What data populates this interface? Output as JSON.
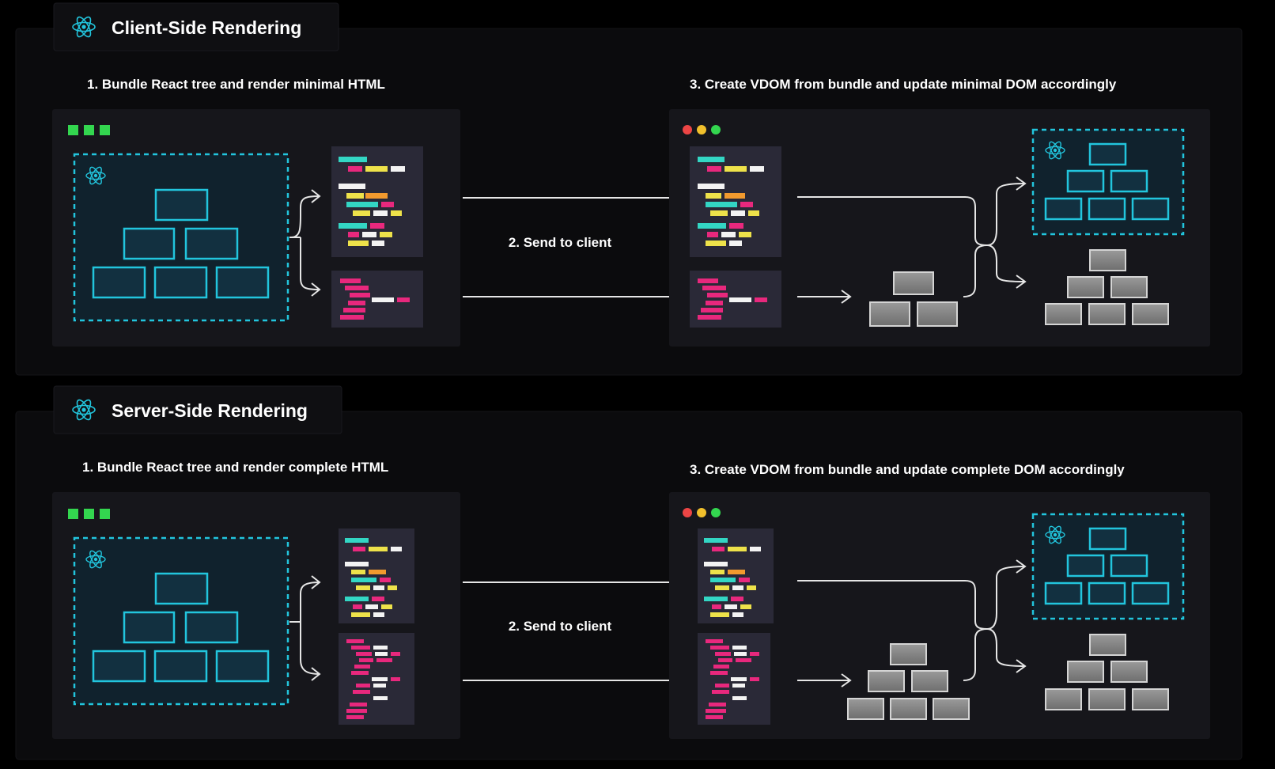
{
  "colors": {
    "background": "#000000",
    "panel": "#0b0b0d",
    "card": "#16161b",
    "code_card": "#2a2937",
    "accent_cyan": "#22c5dd",
    "tree_fill": "#0e2c3a",
    "cyan_dim": "#123040",
    "code_teal": "#33d6c4",
    "code_pink": "#e8287d",
    "code_yellow": "#eee24a",
    "code_orange": "#f29a2e",
    "code_white": "#f3f3f3",
    "dot_green": "#33d64f",
    "dot_red": "#ec4545",
    "dot_yellow": "#f1c02c",
    "gray_block": "#8a8a8a",
    "gray_block_edge": "#d4d4d4",
    "arrow": "#e6e6e6"
  },
  "sections": [
    {
      "title": "Client-Side Rendering",
      "title_icon": "react-atom-icon",
      "step1": "1. Bundle React tree and render minimal HTML",
      "step2": "2. Send to client",
      "step3": "3. Create VDOM from bundle and update minimal DOM accordingly",
      "html_variant": "minimal"
    },
    {
      "title": "Server-Side Rendering",
      "title_icon": "react-atom-icon",
      "step1": "1. Bundle React tree and render complete HTML",
      "step2": "2. Send to client",
      "step3": "3. Create VDOM from bundle and update complete DOM accordingly",
      "html_variant": "complete"
    }
  ]
}
